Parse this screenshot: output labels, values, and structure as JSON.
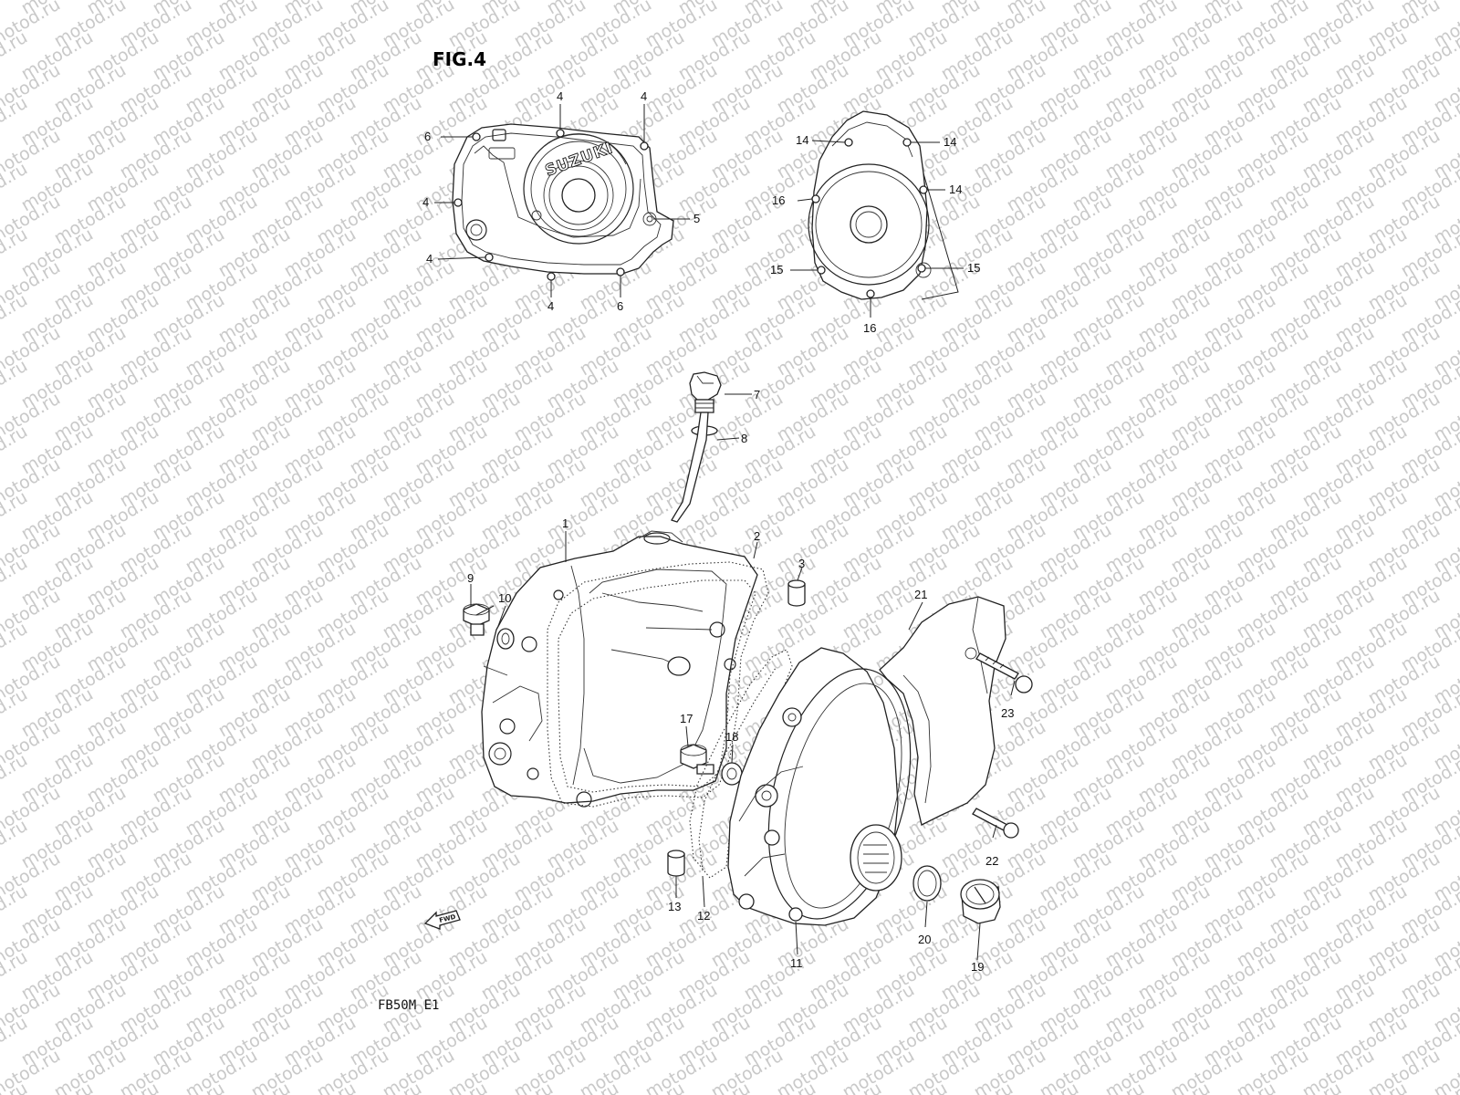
{
  "figure": {
    "title": "FIG.4",
    "model_code": "FB50M E1"
  },
  "watermark": {
    "text": "motod.ru"
  },
  "logos": {
    "cover_brand": "SUZUKI",
    "fwd_arrow": "FWD"
  },
  "callouts": {
    "c1": "1",
    "c2": "2",
    "c3": "3",
    "c4a": "4",
    "c4b": "4",
    "c4c": "4",
    "c4d": "4",
    "c4e": "4",
    "c5": "5",
    "c6a": "6",
    "c6b": "6",
    "c7": "7",
    "c8": "8",
    "c9": "9",
    "c10": "10",
    "c11": "11",
    "c12": "12",
    "c13": "13",
    "c14a": "14",
    "c14b": "14",
    "c14c": "14",
    "c15a": "15",
    "c15b": "15",
    "c16a": "16",
    "c16b": "16",
    "c17": "17",
    "c18": "18",
    "c19": "19",
    "c20": "20",
    "c21": "21",
    "c22": "22",
    "c23": "23"
  }
}
